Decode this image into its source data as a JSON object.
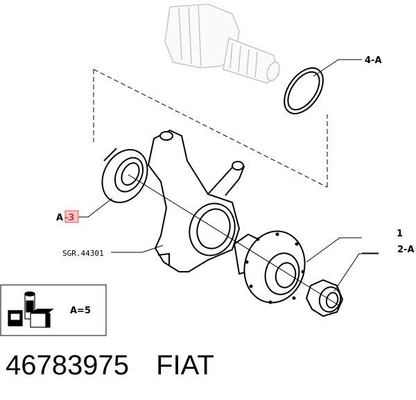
{
  "labels": {
    "callout_4a": "4-A",
    "callout_a": "A",
    "callout_a_num": "-3",
    "callout_sgr": "SGR.44301",
    "callout_1": "1",
    "callout_2a": "2-A"
  },
  "legend": {
    "text": "A=5"
  },
  "footer": {
    "part_number": "46783975",
    "brand": "FIAT"
  },
  "colors": {
    "line": "#000000",
    "faded": "#b8b8b8",
    "highlight": "#cc3a3a",
    "highlight_bg": "#f4c6c6"
  }
}
